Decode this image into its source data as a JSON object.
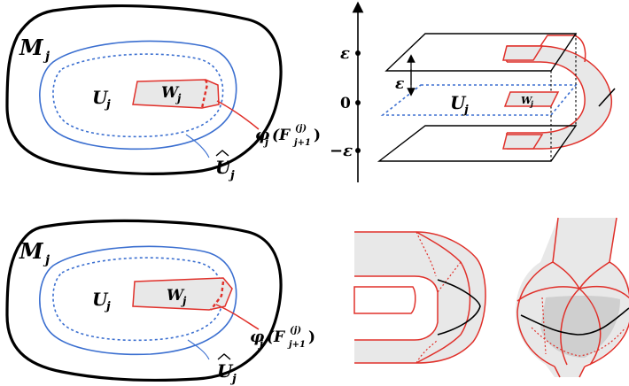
{
  "top_left": {
    "region": "M",
    "region_sub": "j",
    "inner": "U",
    "inner_sub": "j",
    "core": "W",
    "core_sub": "j",
    "hat": "U",
    "hat_sub": "j",
    "map_phi": "φ",
    "map_phi_sub": "j",
    "map_arg": "(F",
    "map_arg_sup": "(j)",
    "map_arg_sub": "j+1",
    "map_close": ")"
  },
  "top_right": {
    "axis_eps": "ε",
    "axis_zero": "0",
    "axis_neg_eps": "−ε",
    "gap_eps": "ε",
    "inner": "U",
    "inner_sub": "j",
    "core": "W",
    "core_sub": "j"
  },
  "bottom_left": {
    "region": "M",
    "region_sub": "j",
    "inner": "U",
    "inner_sub": "j",
    "core": "W",
    "core_sub": "j",
    "hat": "U",
    "hat_sub": "j",
    "map_phi": "φ",
    "map_phi_sub": "j",
    "map_arg": "(F",
    "map_arg_sup": "(j)",
    "map_arg_sub": "j+1",
    "map_close": ")"
  },
  "colors": {
    "blue": "#3b6fd0",
    "red": "#e0302a",
    "grey": "#e8e8e8"
  }
}
